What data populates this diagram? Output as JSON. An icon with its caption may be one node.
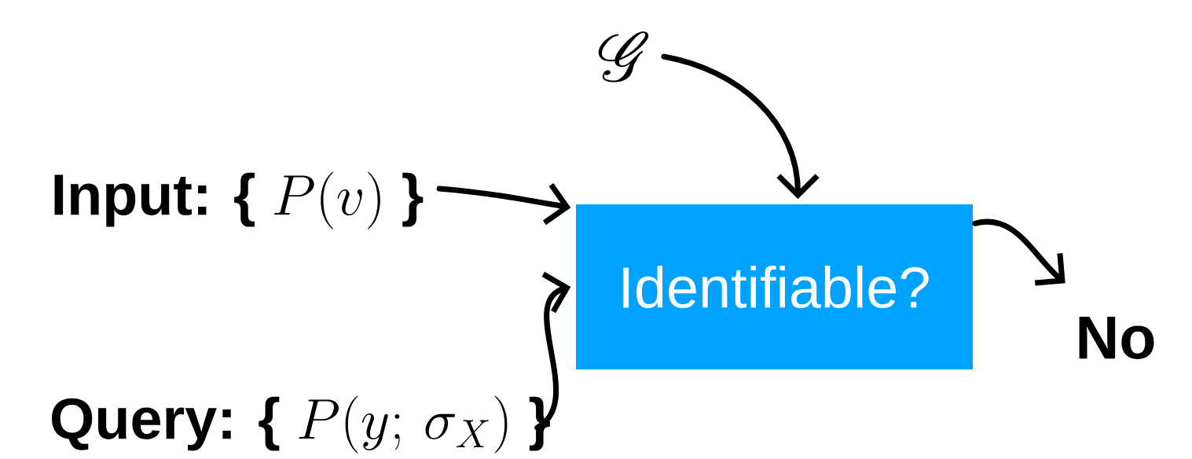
{
  "diagram": {
    "nodes": [
      {
        "text": [
          "\\mathscr{G}"
        ]
      },
      {
        "text": [
          "\\textbf{Input: \\{}\\;P(v)\\;\\textbf{\\}}"
        ]
      },
      {
        "text": [
          "\\textbf{Query: \\{}\\;P(y;\\,\\sigma_X)\\;\\textbf{\\}}"
        ]
      },
      {
        "text": [
          "Identifiable?"
        ]
      },
      {
        "text": [
          "No"
        ]
      }
    ],
    "edges": [
      {
        "from": 0,
        "to": 3,
        "arrow": "to"
      },
      {
        "from": 1,
        "to": 3,
        "arrow": "to"
      },
      {
        "from": 2,
        "to": 3,
        "arrow": "to"
      },
      {
        "from": 3,
        "to": 4,
        "arrow": "to"
      }
    ]
  }
}
